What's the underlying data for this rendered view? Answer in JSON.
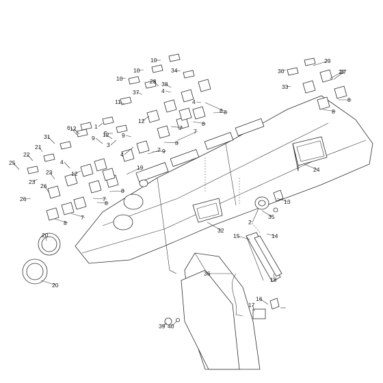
{
  "callouts": [
    "1",
    "2",
    "3",
    "4",
    "5",
    "6",
    "7",
    "8",
    "9",
    "10",
    "11",
    "12",
    "13",
    "14",
    "15",
    "16",
    "17",
    "18",
    "19",
    "20",
    "21",
    "22",
    "23",
    "24",
    "25",
    "26",
    "27",
    "28",
    "29",
    "30",
    "31",
    "32",
    "33",
    "34",
    "35",
    "36",
    "37",
    "38",
    "39",
    "40"
  ]
}
